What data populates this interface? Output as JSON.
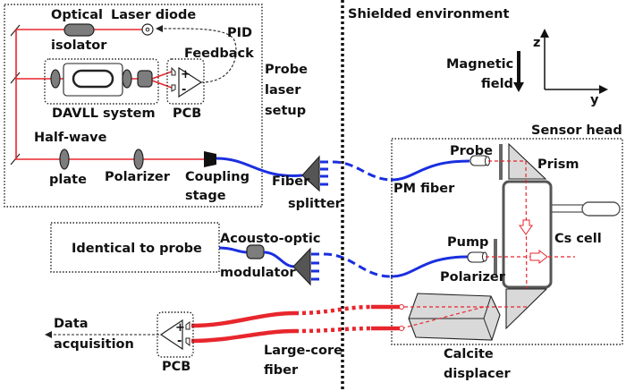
{
  "diagram": {
    "regions": {
      "probe_laser_setup": "Probe laser setup",
      "probe_laser_setup_lines": [
        "Probe",
        "laser",
        "setup"
      ],
      "shielded_environment": "Shielded environment",
      "sensor_head": "Sensor head",
      "identical_to_probe": "Identical to probe"
    },
    "components": {
      "optical_isolator": [
        "Optical",
        "isolator"
      ],
      "laser_diode": "Laser diode",
      "pid_feedback": [
        "PID",
        "Feedback"
      ],
      "davll_system": "DAVLL system",
      "pcb_top": "PCB",
      "half_wave_plate": [
        "Half-wave",
        "plate"
      ],
      "polarizer_top": "Polarizer",
      "coupling_stage": [
        "Coupling",
        "stage"
      ],
      "fiber_splitter": [
        "Fiber",
        "splitter"
      ],
      "pm_fiber": "PM fiber",
      "acousto_optic_modulator": [
        "Acousto-optic",
        "modulator"
      ],
      "probe": "Probe",
      "prism": "Prism",
      "cs_cell": "Cs cell",
      "pump": "Pump",
      "polarizer_sensor": "Polarizer",
      "calcite_displacer": [
        "Calcite",
        "displacer"
      ],
      "large_core_fiber": [
        "Large-core",
        "fiber"
      ],
      "pcb_bottom": "PCB",
      "data_acquisition": [
        "Data",
        "acquisition"
      ]
    },
    "field": {
      "magnetic_field": [
        "Magnetic",
        "field"
      ],
      "axis_z": "z",
      "axis_y": "y"
    },
    "amp_signs": {
      "plus": "+",
      "minus": "-"
    },
    "colors": {
      "laser_beam": "#e8262d",
      "fiber": "#1a2fe0",
      "component": "#7d7d7d",
      "optic_glass": "#d9d9d9"
    }
  }
}
